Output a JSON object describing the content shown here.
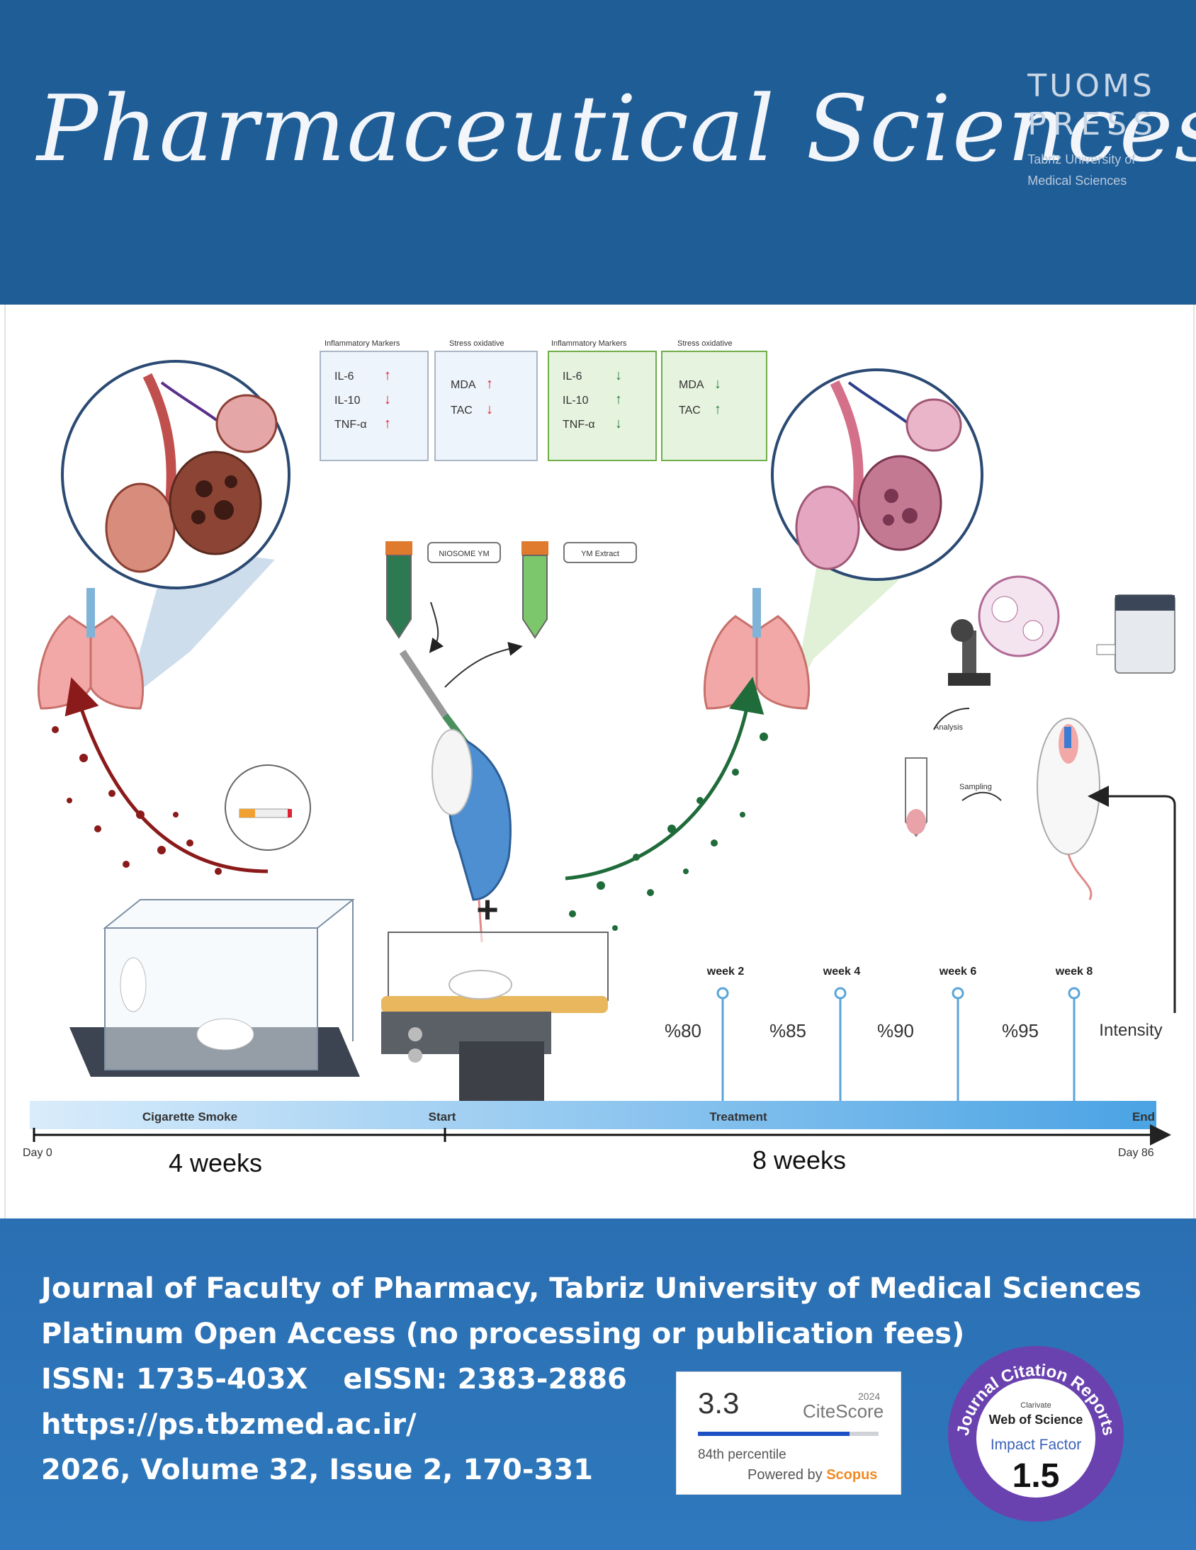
{
  "header": {
    "title": "Pharmaceutical Sciences",
    "publisher_line1": "TUOMS",
    "publisher_line2": "PRESS",
    "publisher_sub1": "Tabriz University of",
    "publisher_sub2": "Medical Sciences"
  },
  "abstract": {
    "panels": [
      {
        "header": "Inflammatory Markers",
        "rows": [
          {
            "label": "IL-6",
            "arrow": "up"
          },
          {
            "label": "IL-10",
            "arrow": "down"
          },
          {
            "label": "TNF-α",
            "arrow": "up"
          }
        ]
      },
      {
        "header": "Stress oxidative",
        "rows": [
          {
            "label": "MDA",
            "arrow": "up"
          },
          {
            "label": "TAC",
            "arrow": "down"
          }
        ]
      },
      {
        "header": "Inflammatory Markers",
        "rows": [
          {
            "label": "IL-6",
            "arrow": "down"
          },
          {
            "label": "IL-10",
            "arrow": "up"
          },
          {
            "label": "TNF-α",
            "arrow": "down"
          }
        ]
      },
      {
        "header": "Stress oxidative",
        "rows": [
          {
            "label": "MDA",
            "arrow": "down"
          },
          {
            "label": "TAC",
            "arrow": "up"
          }
        ]
      }
    ],
    "tube_labels": [
      "NIOSOME YM",
      "YM Extract"
    ],
    "analysis_label": "Analysis",
    "sampling_label": "Sampling",
    "weeks": [
      "week 2",
      "week 4",
      "week 6",
      "week 8"
    ],
    "intensities": [
      "%80",
      "%85",
      "%90",
      "%95"
    ],
    "intensity_label": "Intensity",
    "timeline": {
      "cigarette_smoke": "Cigarette Smoke",
      "start": "Start",
      "treatment": "Treatment",
      "end": "End",
      "day0": "Day 0",
      "day86": "Day 86",
      "duration1": "4 weeks",
      "duration2": "8 weeks"
    },
    "colors": {
      "panel_red": "#eef4fb",
      "panel_green": "#e6f4df",
      "smoke_red": "#8b1a1a",
      "treat_green": "#1f6b3a"
    }
  },
  "footer": {
    "line1": "Journal of Faculty of Pharmacy, Tabriz University of Medical Sciences",
    "line2": "Platinum Open Access (no processing or publication fees)",
    "issn": "ISSN: 1735-403X",
    "eissn": "eISSN: 2383-2886",
    "url": "https://ps.tbzmed.ac.ir/",
    "issue": "2026, Volume 32, Issue 2, 170-331"
  },
  "citescore": {
    "value": "3.3",
    "year": "2024",
    "label": "CiteScore",
    "percentile_text": "84th percentile",
    "percentile": 0.84,
    "powered_by": "Powered by",
    "brand": "Scopus"
  },
  "jcr": {
    "ring_text": "Journal Citation Reports",
    "clarivate": "Clarivate",
    "wos": "Web of Science",
    "if_label": "Impact Factor",
    "if_value": "1.5"
  }
}
